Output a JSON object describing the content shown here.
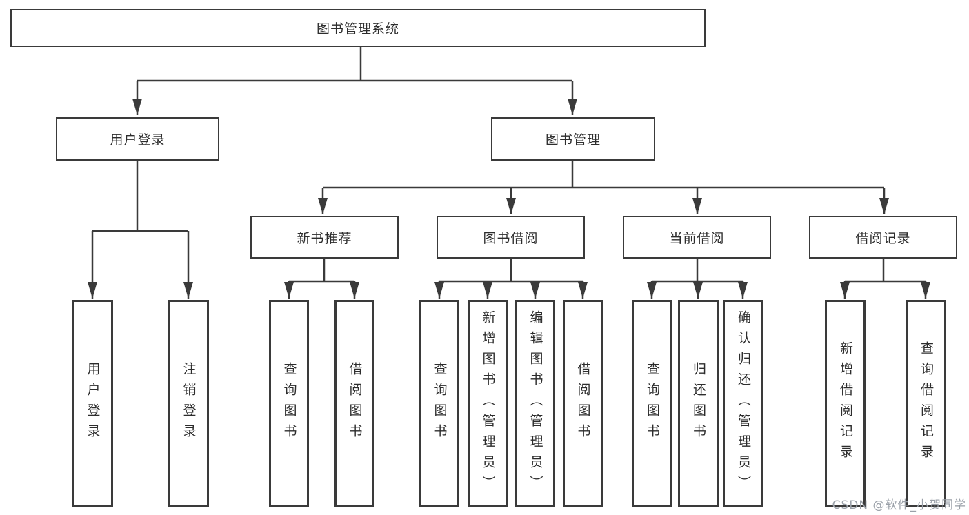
{
  "diagram": {
    "title_node": {
      "label": "图书管理系统"
    },
    "level2": [
      {
        "label": "用户登录"
      },
      {
        "label": "图书管理"
      }
    ],
    "level3": [
      {
        "label": "新书推荐"
      },
      {
        "label": "图书借阅"
      },
      {
        "label": "当前借阅"
      },
      {
        "label": "借阅记录"
      }
    ],
    "leaves": [
      {
        "label": "用户登录"
      },
      {
        "label": "注销登录"
      },
      {
        "label": "查询图书"
      },
      {
        "label": "借阅图书"
      },
      {
        "label": "查询图书"
      },
      {
        "label": "新增图书（管理员）"
      },
      {
        "label": "编辑图书（管理员）"
      },
      {
        "label": "借阅图书"
      },
      {
        "label": "查询图书"
      },
      {
        "label": "归还图书"
      },
      {
        "label": "确认归还（管理员）"
      },
      {
        "label": "新增借阅记录"
      },
      {
        "label": "查询借阅记录"
      }
    ],
    "watermark": "CSDN @软件_小贺同学",
    "colors": {
      "line": "#3a3a3a",
      "box_border": "#3a3a3a",
      "text": "#2d2d2d",
      "watermark": "#9aa0a8",
      "background": "#ffffff"
    }
  }
}
